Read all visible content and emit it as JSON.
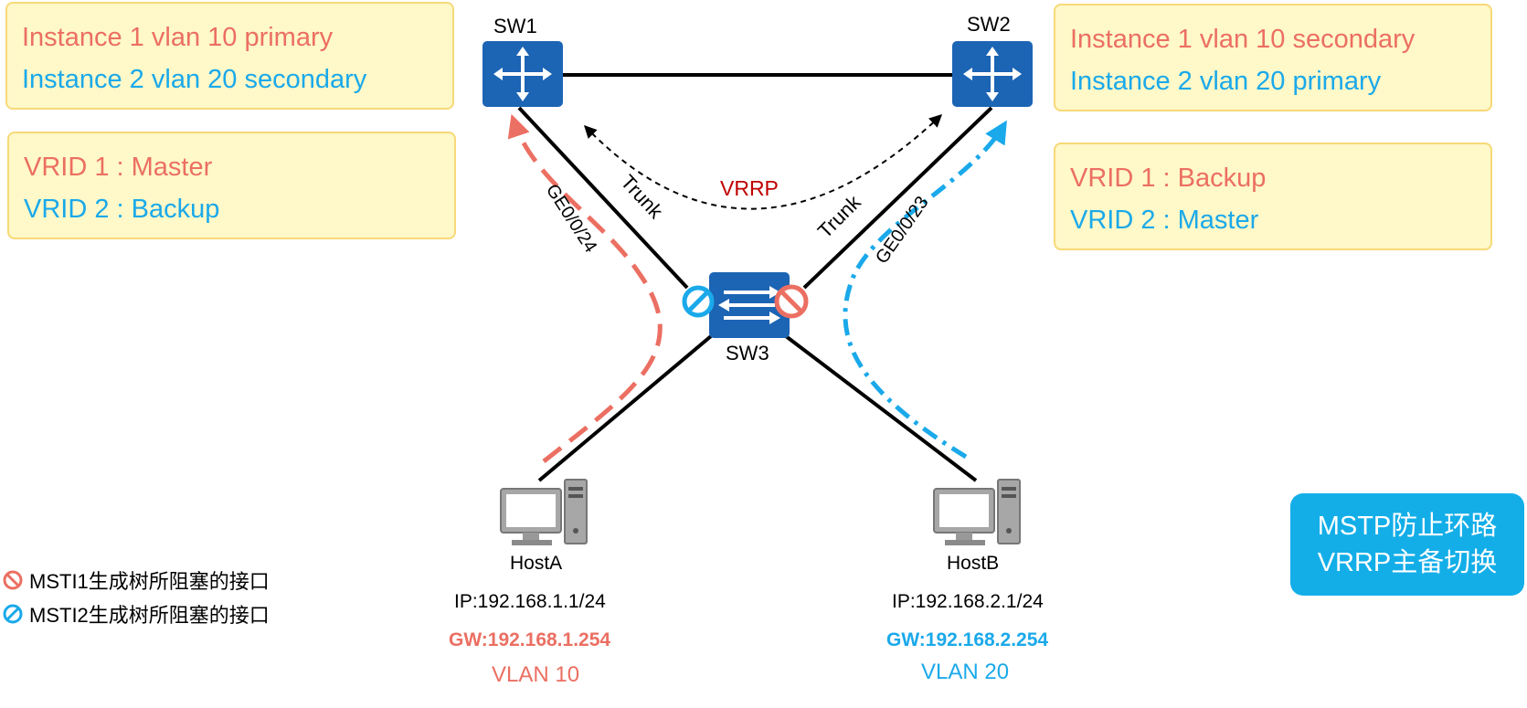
{
  "sw1": {
    "name": "SW1",
    "instances": [
      "Instance 1 vlan 10 primary",
      "Instance 2 vlan 20 secondary"
    ],
    "vrid": [
      "VRID 1 : Master",
      "VRID 2 : Backup"
    ]
  },
  "sw2": {
    "name": "SW2",
    "instances": [
      "Instance 1 vlan 10 secondary",
      "Instance 2 vlan 20 primary"
    ],
    "vrid": [
      "VRID 1 : Backup",
      "VRID 2 : Master"
    ]
  },
  "sw3": {
    "name": "SW3"
  },
  "links": {
    "trunk_left": "Trunk",
    "trunk_right": "Trunk",
    "port_left": "GE0/0/24",
    "port_right": "GE0/0/23",
    "vrrp": "VRRP"
  },
  "hostA": {
    "name": "HostA",
    "ip": "IP:192.168.1.1/24",
    "gw": "GW:192.168.1.254",
    "vlan": "VLAN 10"
  },
  "hostB": {
    "name": "HostB",
    "ip": "IP:192.168.2.1/24",
    "gw": "GW:192.168.2.254",
    "vlan": "VLAN 20"
  },
  "legend": {
    "msti1": "MSTI1生成树所阻塞的接口",
    "msti2": "MSTI2生成树所阻塞的接口"
  },
  "callout": {
    "line1": "MSTP防止环路",
    "line2": "VRRP主备切换"
  },
  "colors": {
    "red": "#eb6f62",
    "blue": "#1aa9ea",
    "device": "#1c64b4",
    "box_bg": "#fff8c8",
    "box_border": "#f7d978"
  }
}
